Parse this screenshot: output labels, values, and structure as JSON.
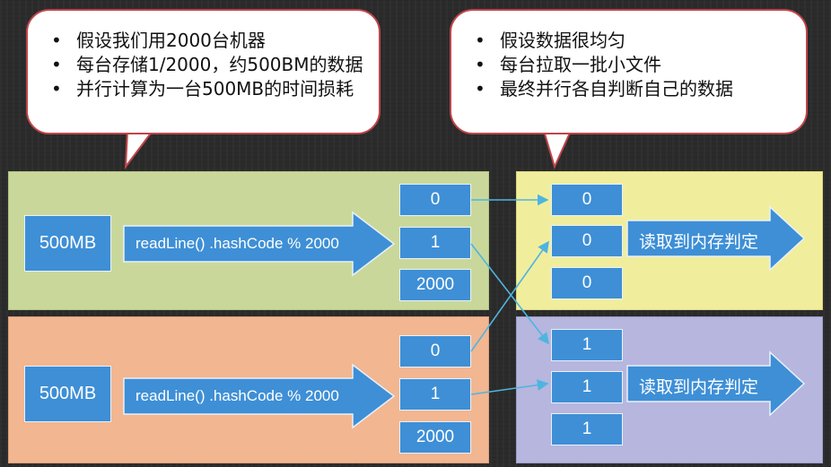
{
  "bubbles": {
    "left": [
      "假设我们用2000台机器",
      "每台存储1/2000，约500BM的数据",
      "并行计算为一台500MB的时间损耗"
    ],
    "right": [
      "假设数据很均匀",
      "每台拉取一批小文件",
      "最终并行各自判断自己的数据"
    ]
  },
  "left_panels": [
    {
      "source": "500MB",
      "operation": "readLine() .hashCode % 2000",
      "buckets": [
        "0",
        "1",
        "2000"
      ]
    },
    {
      "source": "500MB",
      "operation": "readLine() .hashCode % 2000",
      "buckets": [
        "0",
        "1",
        "2000"
      ]
    }
  ],
  "right_panels": [
    {
      "items": [
        "0",
        "0",
        "0"
      ],
      "action": "读取到内存判定"
    },
    {
      "items": [
        "1",
        "1",
        "1"
      ],
      "action": "读取到内存判定"
    }
  ],
  "colors": {
    "bubble_border": "#c0454a",
    "box_blue": "#3e8fd6",
    "panel_green": "#c9d89a",
    "panel_orange": "#f2b691",
    "panel_yellow": "#f0ee9d",
    "panel_purple": "#b6b6de",
    "connector": "#4fb4e0"
  }
}
